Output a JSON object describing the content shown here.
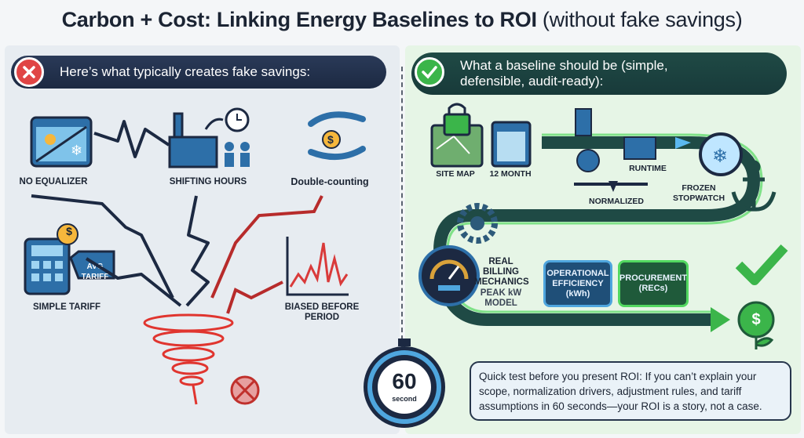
{
  "title": {
    "bold": "Carbon + Cost: Linking Energy Baselines to ROI",
    "light": "(without fake savings)"
  },
  "left": {
    "header": "Here’s what typically creates fake savings:",
    "items": [
      {
        "label": "NO EQUALIZER"
      },
      {
        "label": "SHIFTING HOURS"
      },
      {
        "label": "Double-counting"
      },
      {
        "label": "SIMPLE TARIFF"
      },
      {
        "label": "BIASED BEFORE PERIOD"
      }
    ],
    "avg_tariff": "AVG TARIFF",
    "dollar": "$"
  },
  "right": {
    "header": "What a baseline should be (simple, defensible, audit-ready):",
    "steps": [
      {
        "label": "SITE MAP"
      },
      {
        "label": "12 MONTH"
      },
      {
        "label": "NORMALIZED"
      },
      {
        "label": "RUNTIME"
      },
      {
        "label": "FROZEN STOPWATCH"
      }
    ],
    "billing": {
      "title": "REAL BILLING MECHANICS",
      "sub": "PEAK kW MODEL"
    },
    "buckets": [
      {
        "label": "OPERATIONAL EFFICIENCY (kWh)",
        "color": "#1f4f78"
      },
      {
        "label": "PROCUREMENT (RECs)",
        "color": "#1f5a3a"
      }
    ],
    "dollar": "$"
  },
  "stopwatch": {
    "value": "60",
    "unit": "second"
  },
  "callout": "Quick test before you present ROI: If you can’t explain your scope, normalization drivers, adjustment rules, and tariff assumptions in 60 seconds—your ROI is a story, not a case.",
  "colors": {
    "red": "#d93a3a",
    "green": "#3bb54a",
    "navy": "#1c2942"
  }
}
